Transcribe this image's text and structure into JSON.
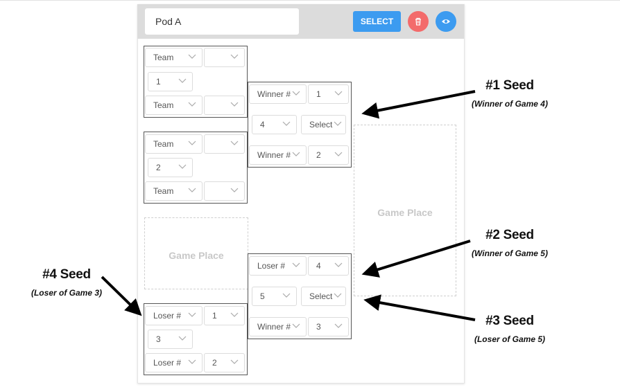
{
  "pod": {
    "name": "Pod A",
    "select_label": "SELECT"
  },
  "colors": {
    "accent": "#3c9bf0",
    "danger": "#f36b6b",
    "header_bg": "#dcdcdc"
  },
  "icons": {
    "delete": "trash-icon",
    "preview": "eye-icon",
    "dropdown": "chevron-down-icon"
  },
  "placeholders": {
    "game_place": "Game Place"
  },
  "game1": {
    "top_source": "Team",
    "top_value": "",
    "game_number": "1",
    "bottom_source": "Team",
    "bottom_value": ""
  },
  "game2": {
    "top_source": "Team",
    "top_value": "",
    "game_number": "2",
    "bottom_source": "Team",
    "bottom_value": ""
  },
  "game3": {
    "top_source": "Loser #",
    "top_value": "1",
    "game_number": "3",
    "bottom_source": "Loser #",
    "bottom_value": "2"
  },
  "game4": {
    "top_source": "Winner #",
    "top_value": "1",
    "game_number": "4",
    "place": "Select",
    "bottom_source": "Winner #",
    "bottom_value": "2"
  },
  "game5": {
    "top_source": "Loser #",
    "top_value": "4",
    "game_number": "5",
    "place": "Select",
    "bottom_source": "Winner #",
    "bottom_value": "3"
  },
  "annotations": {
    "seed1": {
      "title": "#1 Seed",
      "subtitle": "(Winner of Game 4)"
    },
    "seed2": {
      "title": "#2 Seed",
      "subtitle": "(Winner of Game 5)"
    },
    "seed3": {
      "title": "#3 Seed",
      "subtitle": "(Loser of Game 5)"
    },
    "seed4": {
      "title": "#4 Seed",
      "subtitle": "(Loser of Game 3)"
    }
  }
}
